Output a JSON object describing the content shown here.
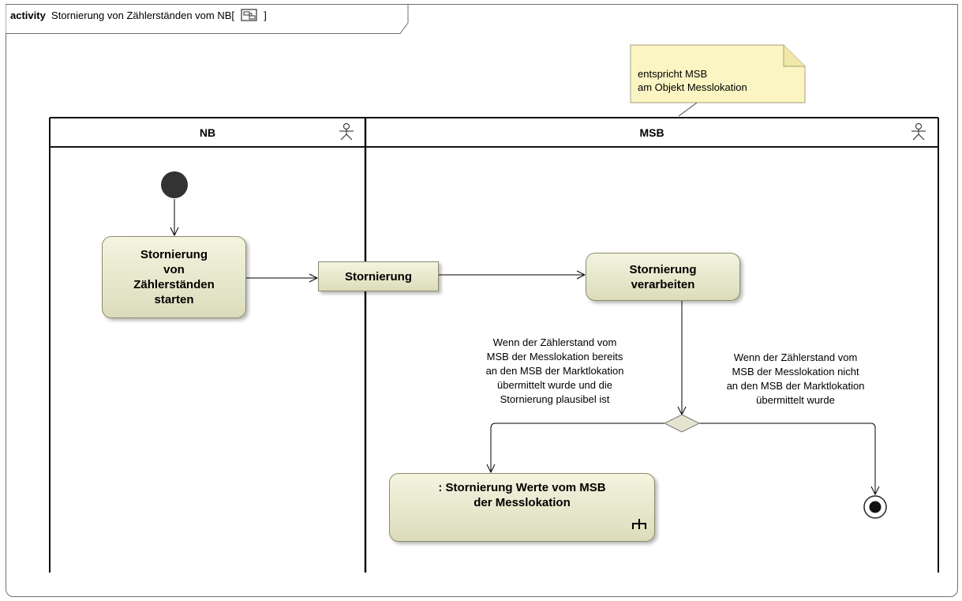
{
  "frame": {
    "keyword": "activity",
    "name": "Stornierung von Zählerständen vom NB",
    "bracket_open": "[",
    "bracket_close": "]"
  },
  "note": {
    "line1": "entspricht MSB",
    "line2": "am Objekt Messlokation"
  },
  "lanes": [
    {
      "name": "NB",
      "icon": "actor-icon"
    },
    {
      "name": "MSB",
      "icon": "actor-icon"
    }
  ],
  "actions": {
    "start_action": "Stornierung\nvon\nZählerständen\nstarten",
    "object_pin": "Stornierung",
    "process_action": "Stornierung\nverarbeiten",
    "call_action": ": Stornierung Werte vom MSB\nder Messlokation"
  },
  "guards": {
    "left": "Wenn der Zählerstand vom\nMSB der Messlokation bereits\nan den MSB der Marktlokation\nübermittelt wurde und die\nStornierung plausibel ist",
    "right": "Wenn der Zählerstand vom\nMSB der Messlokation nicht\nan den MSB der Marktlokation\nübermittelt wurde"
  },
  "colors": {
    "action_fill": "#e8e8cc",
    "note_fill": "#fbf5c4",
    "line": "#000000"
  }
}
